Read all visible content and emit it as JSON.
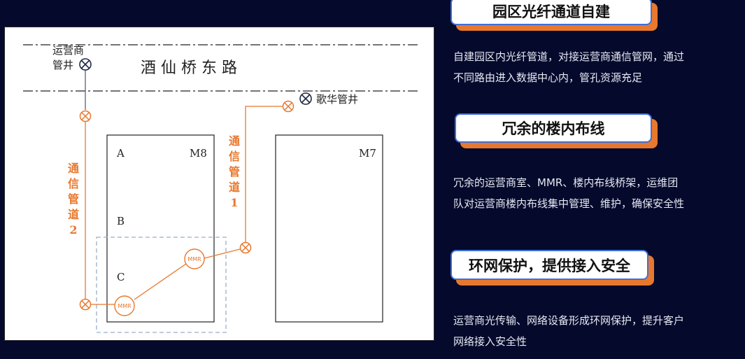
{
  "diagram": {
    "road_label": "酒 仙 桥 东 路",
    "operator_well": [
      "运营商",
      "管井"
    ],
    "gehua_well": "歌华管井",
    "building_m8": "M8",
    "building_m7": "M7",
    "floor_a": "A",
    "floor_b": "B",
    "floor_c": "C",
    "mmr_1": "MMR",
    "mmr_2": "MMR",
    "channel_1": [
      "通",
      "信",
      "管",
      "道",
      "1"
    ],
    "channel_2": [
      "通",
      "信",
      "管",
      "道",
      "2"
    ]
  },
  "sections": [
    {
      "title": "园区光纤通道自建",
      "desc": [
        "自建园区内光纤管道，对接运营商通信管网，通过",
        "不同路由进入数据中心内，管孔资源充足"
      ]
    },
    {
      "title": "冗余的楼内布线",
      "desc": [
        "冗余的运营商室、MMR、楼内布线桥架，运维团",
        "队对运营商楼内布线集中管理、维护，确保安全性"
      ]
    },
    {
      "title": "环网保护，提供接入安全",
      "desc": [
        "运营商光传输、网络设备形成环网保护，提升客户",
        "网络接入安全性"
      ]
    }
  ],
  "colors": {
    "background": "#050a2c",
    "orange": "#e8782e",
    "heading_border": "#3d6fd8",
    "dashed_box": "#9aaecb"
  }
}
